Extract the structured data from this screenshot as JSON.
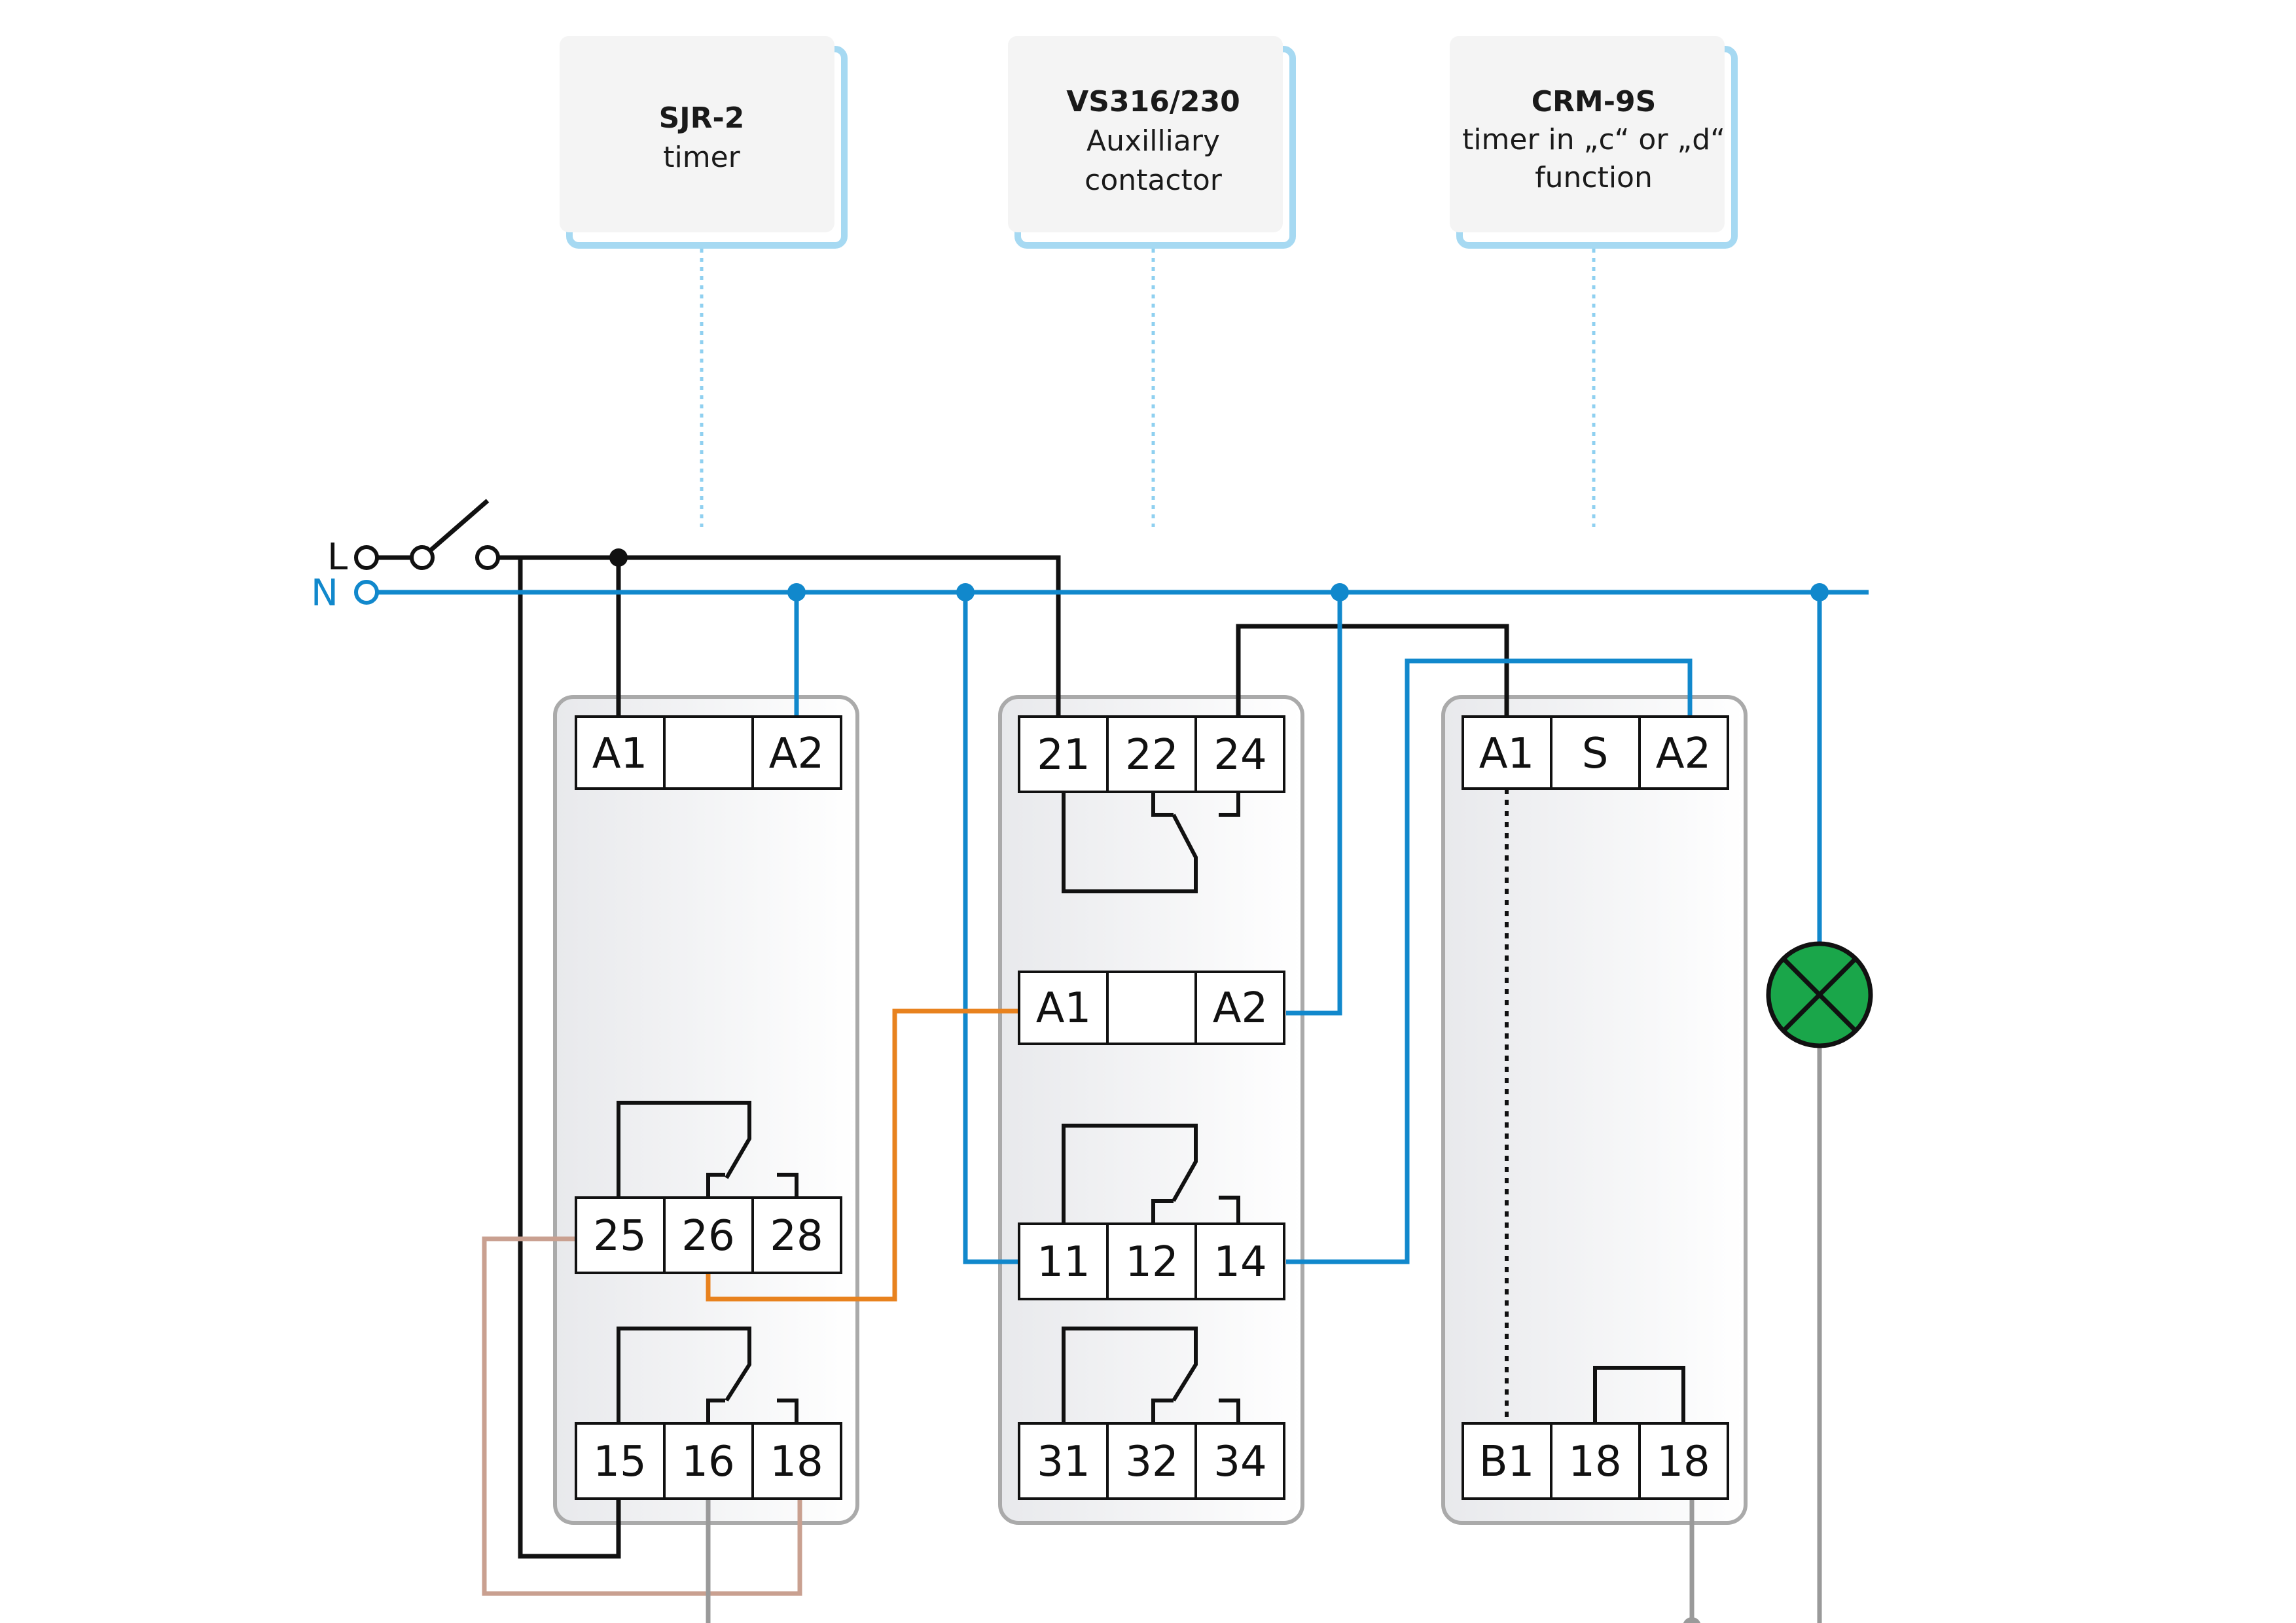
{
  "colors": {
    "line_L": "#111111",
    "line_N": "#1188cc",
    "wire_orange": "#e8821e",
    "wire_tan": "#c9a090",
    "wire_grey": "#9a9a9a",
    "lamp": "#1aa64a",
    "label_border": "#a6d9f2",
    "label_fill": "#f4f4f4",
    "leader": "#8fd0f0"
  },
  "lines": {
    "L": "L",
    "N": "N"
  },
  "devices": [
    {
      "id": "sjr2",
      "title": "SJR-2",
      "sub": [
        "timer"
      ],
      "terminals": {
        "top": [
          "A1",
          "",
          "A2"
        ],
        "mid": [
          "25",
          "26",
          "28"
        ],
        "bot": [
          "15",
          "16",
          "18"
        ]
      }
    },
    {
      "id": "vs316",
      "title": "VS316/230",
      "sub": [
        "Auxilliary",
        "contactor"
      ],
      "terminals": {
        "top": [
          "21",
          "22",
          "24"
        ],
        "coil": [
          "A1",
          "",
          "A2"
        ],
        "mid": [
          "11",
          "12",
          "14"
        ],
        "bot": [
          "31",
          "32",
          "34"
        ]
      }
    },
    {
      "id": "crm9s",
      "title": "CRM-9S",
      "sub": [
        "timer in „c“ or „d“",
        "function"
      ],
      "terminals": {
        "top": [
          "A1",
          "S",
          "A2"
        ],
        "bot": [
          "B1",
          "18",
          "18"
        ]
      }
    }
  ],
  "lamp_icon": "lamp-indicator-icon",
  "switch_icon": "switch-icon"
}
